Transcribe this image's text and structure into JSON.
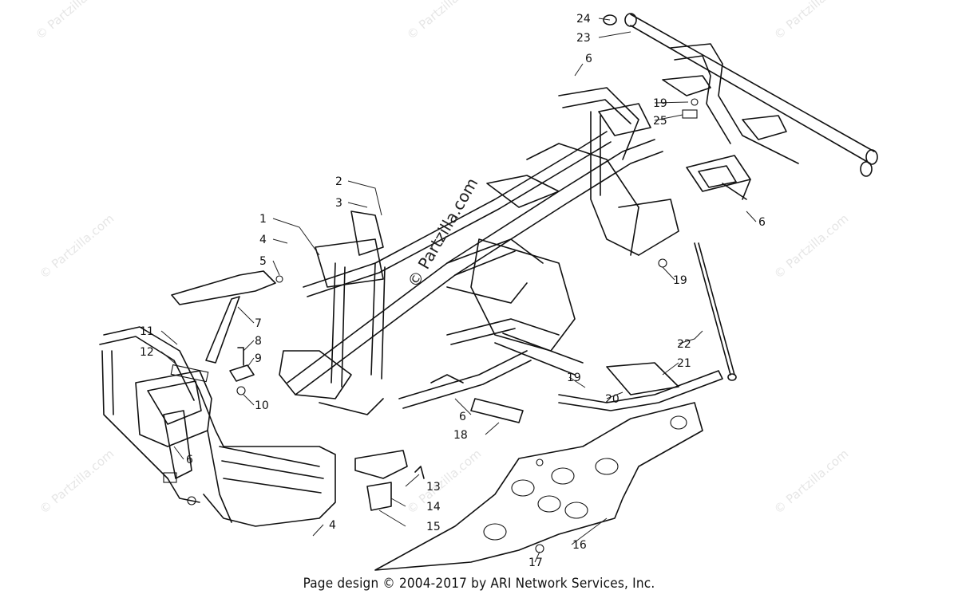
{
  "watermark": {
    "text": "© Partzilla.com",
    "diagonal_text": "© Partzilla.com"
  },
  "callouts": [
    {
      "id": "c1",
      "label": "1"
    },
    {
      "id": "c2",
      "label": "2"
    },
    {
      "id": "c3",
      "label": "3"
    },
    {
      "id": "c4a",
      "label": "4"
    },
    {
      "id": "c4b",
      "label": "4"
    },
    {
      "id": "c5",
      "label": "5"
    },
    {
      "id": "c6a",
      "label": "6"
    },
    {
      "id": "c6b",
      "label": "6"
    },
    {
      "id": "c6c",
      "label": "6"
    },
    {
      "id": "c6d",
      "label": "6"
    },
    {
      "id": "c7",
      "label": "7"
    },
    {
      "id": "c8",
      "label": "8"
    },
    {
      "id": "c9",
      "label": "9"
    },
    {
      "id": "c10",
      "label": "10"
    },
    {
      "id": "c11",
      "label": "11"
    },
    {
      "id": "c12",
      "label": "12"
    },
    {
      "id": "c13",
      "label": "13"
    },
    {
      "id": "c14",
      "label": "14"
    },
    {
      "id": "c15",
      "label": "15"
    },
    {
      "id": "c16",
      "label": "16"
    },
    {
      "id": "c17",
      "label": "17"
    },
    {
      "id": "c18",
      "label": "18"
    },
    {
      "id": "c19a",
      "label": "19"
    },
    {
      "id": "c19b",
      "label": "19"
    },
    {
      "id": "c19c",
      "label": "19"
    },
    {
      "id": "c20",
      "label": "20"
    },
    {
      "id": "c21",
      "label": "21"
    },
    {
      "id": "c22",
      "label": "22"
    },
    {
      "id": "c23",
      "label": "23"
    },
    {
      "id": "c24",
      "label": "24"
    },
    {
      "id": "c25",
      "label": "25"
    }
  ],
  "footer": {
    "text": "Page design © 2004-2017 by ARI Network Services, Inc."
  }
}
